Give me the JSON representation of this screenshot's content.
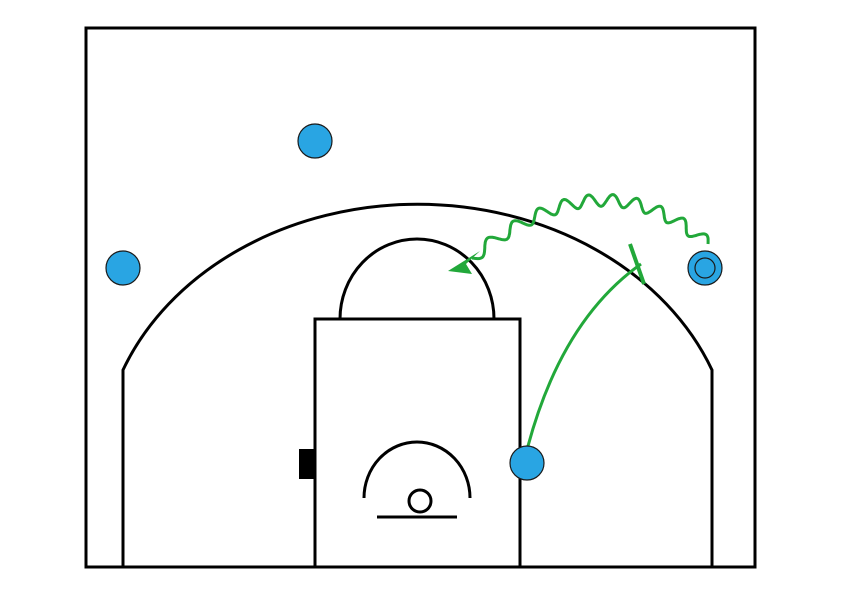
{
  "colors": {
    "court_line": "#000000",
    "background": "#ffffff",
    "player_fill": "#29a5e3",
    "player_outline": "#1a1a1a",
    "action_color": "#22a83a"
  },
  "players": [
    {
      "id": "top-wing-player",
      "label": "",
      "has_ball": false
    },
    {
      "id": "left-wing-player",
      "label": "",
      "has_ball": false
    },
    {
      "id": "right-wing-player",
      "label": "",
      "has_ball": true
    },
    {
      "id": "right-block-player",
      "label": "",
      "has_ball": false
    }
  ],
  "actions": [
    {
      "type": "dribble",
      "from": "right-wing-player",
      "description_icon": "wavy-arrow"
    },
    {
      "type": "screen",
      "from": "right-block-player",
      "description_icon": "screen-bar"
    }
  ],
  "icons": {
    "ball": "ball-icon",
    "screen": "screen-bar-icon",
    "arrow": "arrow-head-icon"
  }
}
